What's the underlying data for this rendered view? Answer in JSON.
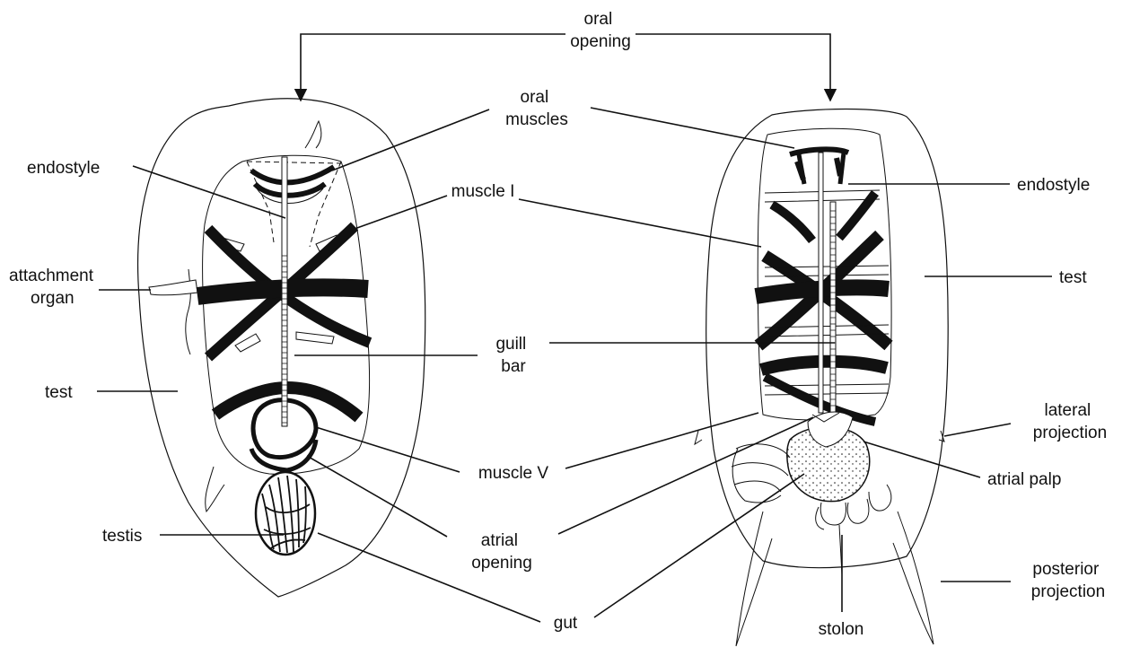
{
  "labels": {
    "oral_opening": [
      "oral",
      "opening"
    ],
    "oral_muscles": [
      "oral",
      "muscles"
    ],
    "endostyle_left": "endostyle",
    "endostyle_right": "endostyle",
    "muscle_i": "muscle I",
    "attachment_organ": [
      "attachment",
      "organ"
    ],
    "test_left": "test",
    "test_right": "test",
    "guill_bar": [
      "guill",
      "bar"
    ],
    "lateral_projection": [
      "lateral",
      "projection"
    ],
    "muscle_v": "muscle V",
    "atrial_palp": "atrial palp",
    "testis": "testis",
    "atrial_opening": [
      "atrial",
      "opening"
    ],
    "posterior_projection": [
      "posterior",
      "projection"
    ],
    "gut": "gut",
    "stolon": "stolon"
  },
  "colors": {
    "ink": "#111111",
    "background": "#ffffff"
  }
}
